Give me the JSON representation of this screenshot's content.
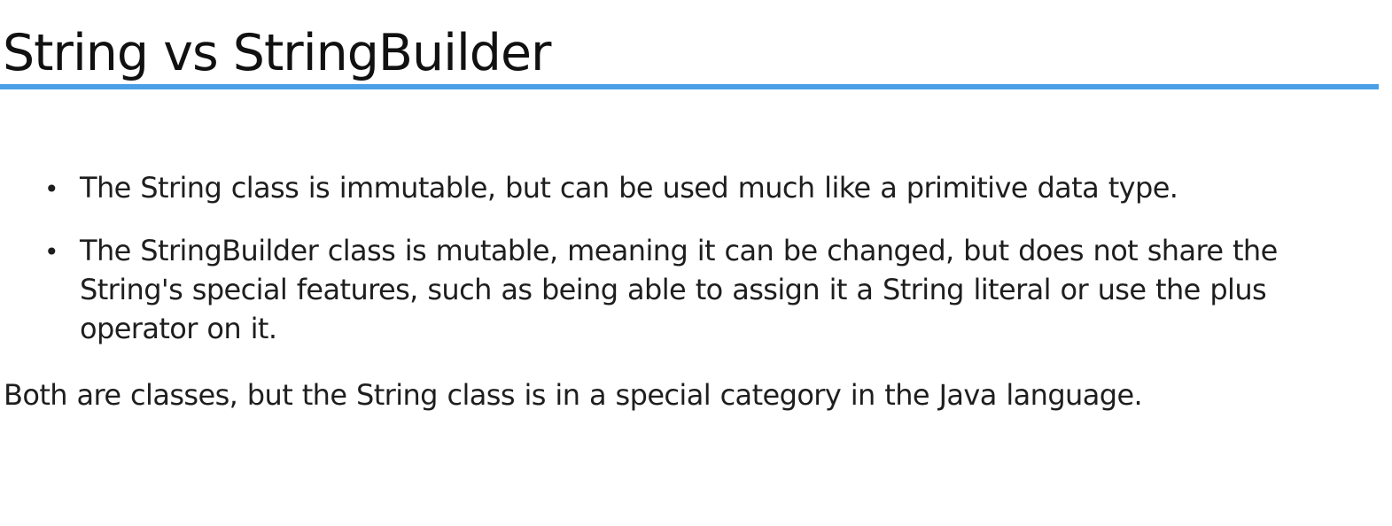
{
  "slide": {
    "title": "String vs StringBuilder",
    "bullet_symbol": "•",
    "bullets": [
      "The String class is immutable, but can be used much like a primitive data type.",
      "The StringBuilder class is mutable, meaning it can be changed, but does not share the String's special features, such as being able to assign it a String literal or use the plus operator on it."
    ],
    "summary": "Both are classes, but the String class is in a special category in the Java language."
  },
  "colors": {
    "accent_rule": "#4aa0e6",
    "text": "#1e1e1e"
  }
}
